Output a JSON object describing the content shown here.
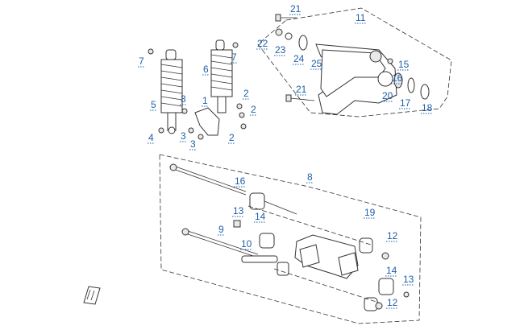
{
  "diagram": {
    "callouts": [
      {
        "id": "c21a",
        "label": "21"
      },
      {
        "id": "c11",
        "label": "11"
      },
      {
        "id": "c22",
        "label": "22"
      },
      {
        "id": "c23",
        "label": "23"
      },
      {
        "id": "c24",
        "label": "24"
      },
      {
        "id": "c25",
        "label": "25"
      },
      {
        "id": "c15",
        "label": "15"
      },
      {
        "id": "c16b",
        "label": "16"
      },
      {
        "id": "c21b",
        "label": "21"
      },
      {
        "id": "c20",
        "label": "20"
      },
      {
        "id": "c17",
        "label": "17"
      },
      {
        "id": "c18",
        "label": "18"
      },
      {
        "id": "c7a",
        "label": "7"
      },
      {
        "id": "c7b",
        "label": "7"
      },
      {
        "id": "c6",
        "label": "6"
      },
      {
        "id": "c5",
        "label": "5"
      },
      {
        "id": "c3a",
        "label": "3"
      },
      {
        "id": "c1",
        "label": "1"
      },
      {
        "id": "c2a",
        "label": "2"
      },
      {
        "id": "c2b",
        "label": "2"
      },
      {
        "id": "c2c",
        "label": "2"
      },
      {
        "id": "c4",
        "label": "4"
      },
      {
        "id": "c3b",
        "label": "3"
      },
      {
        "id": "c3c",
        "label": "3"
      },
      {
        "id": "c8",
        "label": "8"
      },
      {
        "id": "c16",
        "label": "16"
      },
      {
        "id": "c19",
        "label": "19"
      },
      {
        "id": "c13a",
        "label": "13"
      },
      {
        "id": "c14a",
        "label": "14"
      },
      {
        "id": "c9",
        "label": "9"
      },
      {
        "id": "c10",
        "label": "10"
      },
      {
        "id": "c12a",
        "label": "12"
      },
      {
        "id": "c14b",
        "label": "14"
      },
      {
        "id": "c13b",
        "label": "13"
      },
      {
        "id": "c12b",
        "label": "12"
      }
    ],
    "colors": {
      "callout": "#1f5fa8",
      "line": "#333333",
      "background": "#ffffff"
    },
    "icon": "front-arrow-icon"
  }
}
